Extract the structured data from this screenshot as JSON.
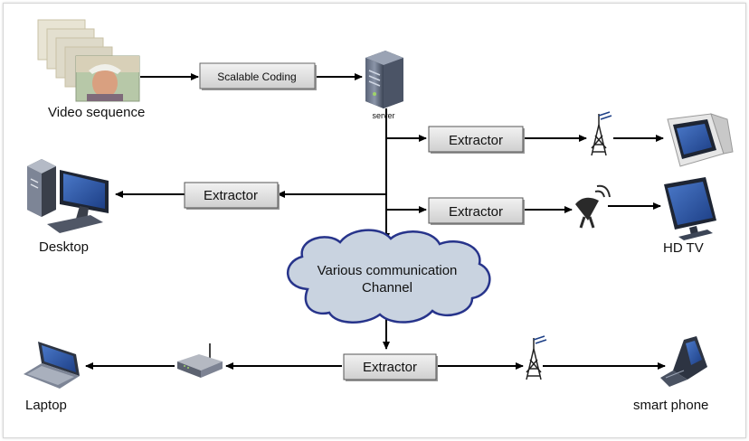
{
  "nodes": {
    "video_sequence": "Video sequence",
    "scalable_coding": "Scalable Coding",
    "server": "server",
    "extractor_tv1": "Extractor",
    "extractor_desktop": "Extractor",
    "extractor_hdtv": "Extractor",
    "channel_line1": "Various communication",
    "channel_line2": "Channel",
    "extractor_bottom": "Extractor",
    "desktop": "Desktop",
    "hd_tv": "HD TV",
    "laptop": "Laptop",
    "smart_phone": "smart phone"
  },
  "colors": {
    "box_fill": "#dcdcdc",
    "box_border": "#555555",
    "cloud_fill": "#c9d3e0",
    "cloud_border": "#27348b",
    "arrow": "#000000"
  }
}
